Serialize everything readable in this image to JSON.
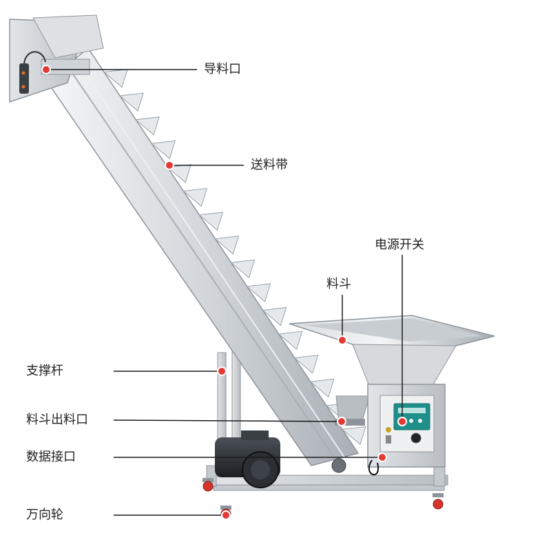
{
  "colors": {
    "marker": "#e53935",
    "leader_line": "#1a1a1a",
    "steel_light": "#e9ecef",
    "steel_mid": "#c4c9ce",
    "steel_dark": "#8d949b",
    "motor": "#2b2f33",
    "control_panel": "#1f8f8a"
  },
  "labels": {
    "feed_guide": "导料口",
    "conveyor_belt": "送料带",
    "power_switch": "电源开关",
    "hopper": "料斗",
    "support_rod": "支撑杆",
    "hopper_outlet": "料斗出料口",
    "data_port": "数据接口",
    "caster": "万向轮"
  }
}
